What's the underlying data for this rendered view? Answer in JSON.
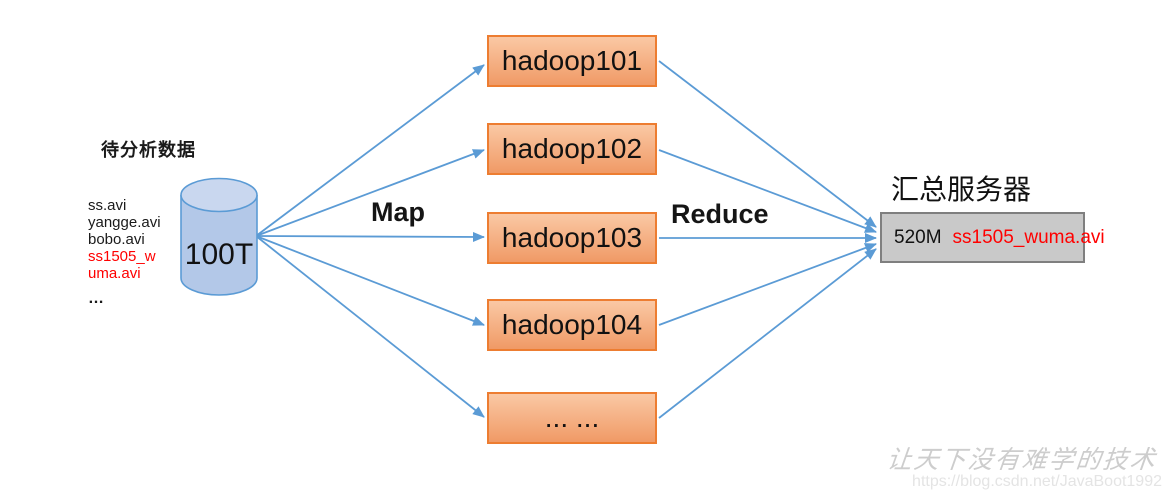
{
  "diagram": {
    "source": {
      "title": "待分析数据",
      "files": [
        {
          "text": "ss.avi",
          "highlight": false
        },
        {
          "text": "yangge.avi",
          "highlight": false
        },
        {
          "text": "bobo.avi",
          "highlight": false
        },
        {
          "text": "ss1505_w",
          "highlight": true
        },
        {
          "text": "uma.avi",
          "highlight": true
        }
      ],
      "ellipsis": "…",
      "capacity": "100T"
    },
    "map_label": "Map",
    "reduce_label": "Reduce",
    "workers": [
      "hadoop101",
      "hadoop102",
      "hadoop103",
      "hadoop104",
      "... ..."
    ],
    "sink": {
      "title": "汇总服务器",
      "size": "520M",
      "file": "ss1505_wuma.avi"
    }
  },
  "watermark": {
    "slogan": "让天下没有难学的技术",
    "url": "https://blog.csdn.net/JavaBoot1992"
  },
  "colors": {
    "arrow": "#5b9bd5",
    "worker_border": "#ed7d31",
    "worker_fill_top": "#fac8a4",
    "worker_fill_bottom": "#f09a66",
    "cylinder_fill": "#b3c8e8",
    "cylinder_top_fill": "#c9d7ef",
    "cylinder_border": "#5b9bd5",
    "sink_fill": "#c9c9c9",
    "sink_border": "#7f7f7f",
    "highlight": "#ff0000"
  }
}
